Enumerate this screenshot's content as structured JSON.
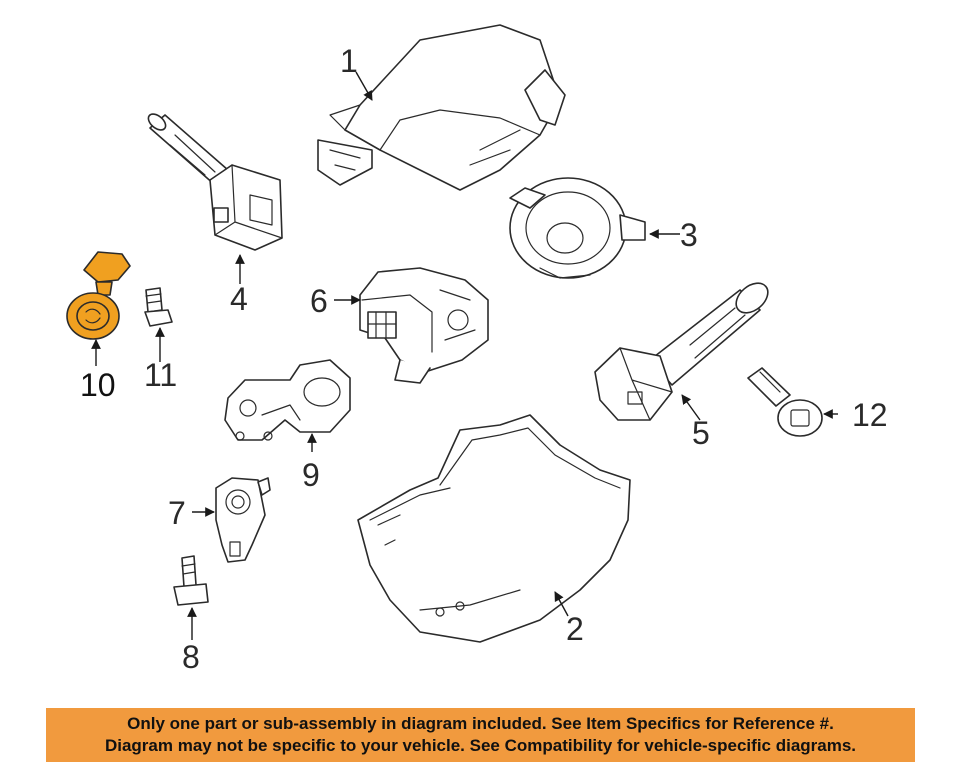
{
  "diagram": {
    "callouts": {
      "c1": "1",
      "c2": "2",
      "c3": "3",
      "c4": "4",
      "c5": "5",
      "c6": "6",
      "c7": "7",
      "c8": "8",
      "c9": "9",
      "c10": "10",
      "c11": "11",
      "c12": "12"
    },
    "highlight_color": "#f0a020",
    "highlighted_part": "10"
  },
  "notice": {
    "line1": "Only one part or sub-assembly in diagram included. See Item Specifics for Reference #.",
    "line2": "Diagram may not be specific to your vehicle. See Compatibility for vehicle-specific diagrams.",
    "background_color": "#f19a3e"
  }
}
